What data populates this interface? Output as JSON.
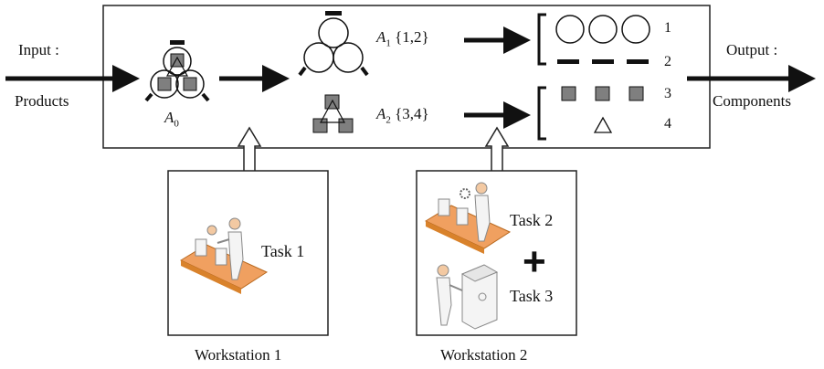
{
  "input": {
    "label_top": "Input :",
    "label_bottom": "Products"
  },
  "output": {
    "label_top": "Output :",
    "label_bottom": "Components"
  },
  "assemblies": {
    "a0": {
      "symbol": "A",
      "subscript": "0"
    },
    "a1": {
      "symbol": "A",
      "subscript": "1",
      "set": "{1,2}"
    },
    "a2": {
      "symbol": "A",
      "subscript": "2",
      "set": "{3,4}"
    }
  },
  "components": [
    {
      "number": "1",
      "icon": "circle-icon"
    },
    {
      "number": "2",
      "icon": "dash-icon"
    },
    {
      "number": "3",
      "icon": "square-icon"
    },
    {
      "number": "4",
      "icon": "triangle-icon"
    }
  ],
  "workstations": [
    {
      "label": "Workstation 1",
      "tasks": [
        "Task 1"
      ]
    },
    {
      "label": "Workstation 2",
      "tasks": [
        "Task 2",
        "Task 3"
      ],
      "joiner": "+"
    }
  ],
  "colors": {
    "line": "#111111",
    "square_fill": "#7f7f7f",
    "conveyor": "#f0a060",
    "conveyor_dark": "#d9822b"
  }
}
